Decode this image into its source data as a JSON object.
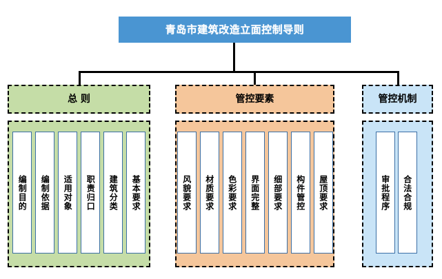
{
  "title": {
    "text": "青岛市建筑改造立面控制导则",
    "background": "#4a95d2",
    "text_color": "#ffffff"
  },
  "sections": [
    {
      "id": "general",
      "header": "总 则",
      "color": "#c5dda7",
      "items": [
        "编制目的",
        "编制依据",
        "适用对象",
        "职责归口",
        "建筑分类",
        "基本要求"
      ]
    },
    {
      "id": "elements",
      "header": "管控要素",
      "color": "#f5c69b",
      "items": [
        "风貌要求",
        "材质要求",
        "色彩要求",
        "界面完整",
        "细部要求",
        "构件管控",
        "屋顶要求"
      ]
    },
    {
      "id": "mechanism",
      "header": "管控机制",
      "color": "#c9e4f7",
      "items": [
        "审批程序",
        "合法合规"
      ]
    }
  ],
  "styles": {
    "column_border_color": "#3a6ea5",
    "column_fill": "#ffffff",
    "connector_color": "#000000",
    "section_border_style": "dashed"
  }
}
